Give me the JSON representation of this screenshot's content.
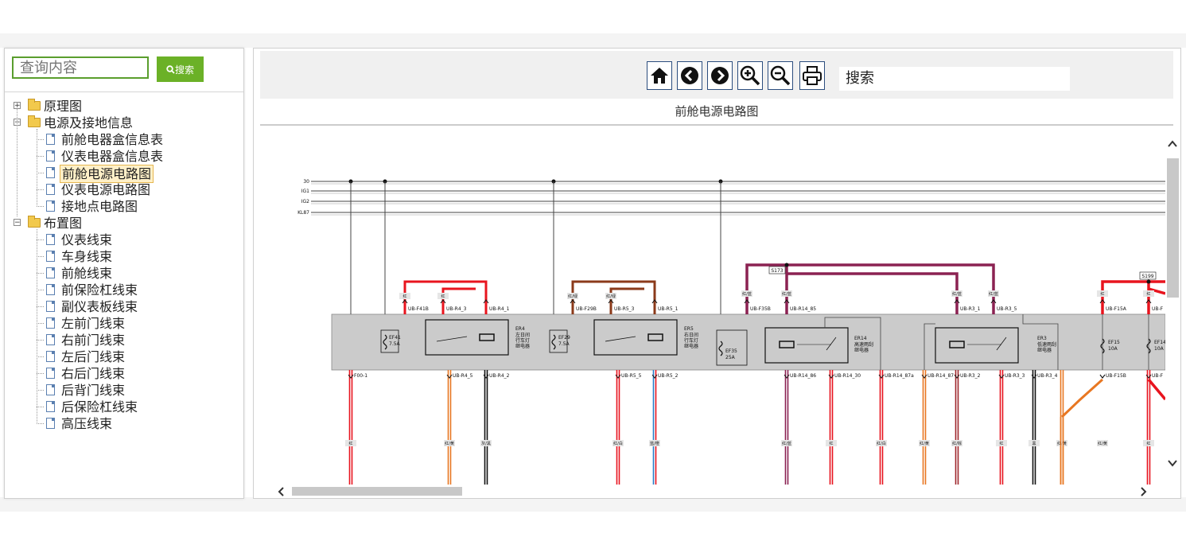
{
  "search": {
    "placeholder": "查询内容",
    "button_label": "搜索"
  },
  "tree": {
    "groups": [
      {
        "label": "原理图",
        "expanded": false
      },
      {
        "label": "电源及接地信息",
        "expanded": true,
        "children": [
          "前舱电器盒信息表",
          "仪表电器盒信息表",
          "前舱电源电路图",
          "仪表电源电路图",
          "接地点电路图"
        ]
      },
      {
        "label": "布置图",
        "expanded": true,
        "children": [
          "仪表线束",
          "车身线束",
          "前舱线束",
          "前保险杠线束",
          "副仪表板线束",
          "左前门线束",
          "右前门线束",
          "左后门线束",
          "右后门线束",
          "后背门线束",
          "后保险杠线束",
          "高压线束"
        ]
      }
    ],
    "selected": "前舱电源电路图"
  },
  "toolbar": {
    "buttons": [
      "home-icon",
      "prev-icon",
      "next-icon",
      "zoom-in-icon",
      "zoom-out-icon",
      "print-icon"
    ],
    "search_label": "搜索"
  },
  "viewer": {
    "title": "前舱电源电路图"
  },
  "diagram": {
    "bus_labels": [
      "30",
      "IG1",
      "IG2",
      "KL87"
    ],
    "splices": [
      "S173",
      "S199"
    ],
    "fuses": [
      {
        "name": "EF41",
        "rating": "7.5A"
      },
      {
        "name": "EF29",
        "rating": "7.5A"
      },
      {
        "name": "EF35",
        "rating": "25A"
      },
      {
        "name": "EF15",
        "rating": "10A"
      },
      {
        "name": "EF14",
        "rating": "10A"
      }
    ],
    "relays": [
      {
        "name": "ER4",
        "desc": [
          "左日间",
          "行车灯",
          "继电器"
        ]
      },
      {
        "name": "ER5",
        "desc": [
          "右日间",
          "行车灯",
          "继电器"
        ]
      },
      {
        "name": "ER14",
        "desc": [
          "高速雨刮",
          "继电器"
        ]
      },
      {
        "name": "ER3",
        "desc": [
          "低速雨刮",
          "继电器"
        ]
      }
    ],
    "pins_top": [
      "UB-F41B",
      "UB-R4_3",
      "UB-R4_1",
      "UB-F29B",
      "UB-R5_3",
      "UB-R5_1",
      "UB-F35B",
      "UB-R14_85",
      "UB-R3_1",
      "UB-R3_5",
      "UB-F15A",
      "UB-F"
    ],
    "pins_bottom": [
      "F00-1",
      "UB-R4_5",
      "UB-R4_2",
      "UB-R5_5",
      "UB-R5_2",
      "UB-R14_86",
      "UB-R14_30",
      "UB-R14_87a",
      "UB-R14_87",
      "UB-R3_2",
      "UB-R3_3",
      "UB-R3_4",
      "UB-F15B",
      "UB-F"
    ],
    "wire_colors_top": [
      "红",
      "红",
      "红/绿",
      "红/绿",
      "红/蓝",
      "红/蓝",
      "红/蓝",
      "红/蓝",
      "红",
      "红"
    ],
    "wire_colors_bottom": [
      "红",
      "红/黄",
      "灰/黑",
      "红/白",
      "蓝/橙",
      "红/蓝",
      "红",
      "红/白",
      "红/黄",
      "红/棕",
      "红",
      "黑",
      "红/黄",
      "红/黄",
      "红"
    ],
    "colors": {
      "red": "#e8141e",
      "darkred": "#a0282d",
      "brown": "#8b3a1a",
      "purple": "#8b2252",
      "orange": "#e87722",
      "blue": "#2a7fc9",
      "black": "#111111",
      "gray": "#cbcbcb"
    }
  }
}
